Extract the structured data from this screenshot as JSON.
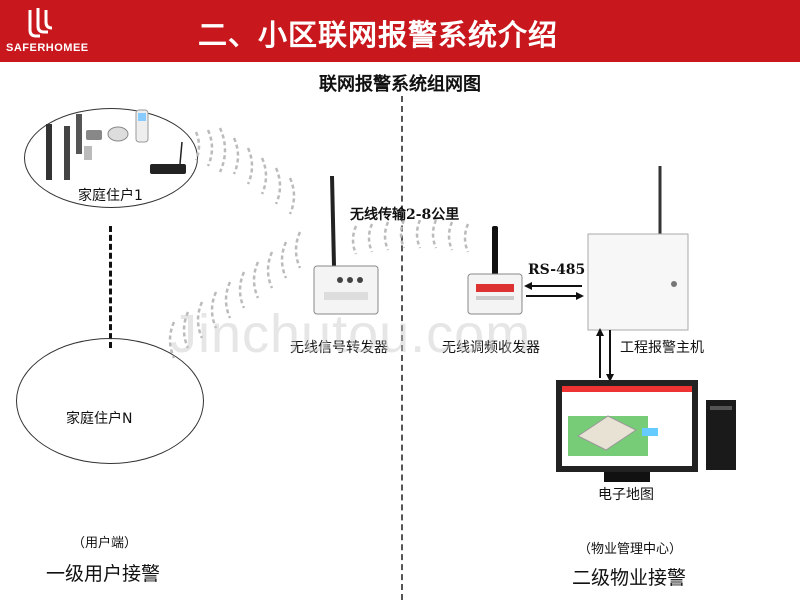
{
  "header": {
    "brand": "SAFERHOMEE",
    "title": "二、小区联网报警系统介绍",
    "background_color": "#c9171e"
  },
  "diagram": {
    "title": "联网报警系统组网图",
    "household_1": "家庭住户1",
    "household_n": "家庭住户N",
    "wireless_range": "无线传输2-8公里",
    "repeater": "无线信号转发器",
    "transceiver": "无线调频收发器",
    "rs485": "RS-485",
    "host": "工程报警主机",
    "emap": "电子地图",
    "user_side_note": "（用户端）",
    "user_side": "一级用户接警",
    "property_note": "（物业管理中心）",
    "property_side": "二级物业接警",
    "watermark": "Jinchutou.com"
  }
}
